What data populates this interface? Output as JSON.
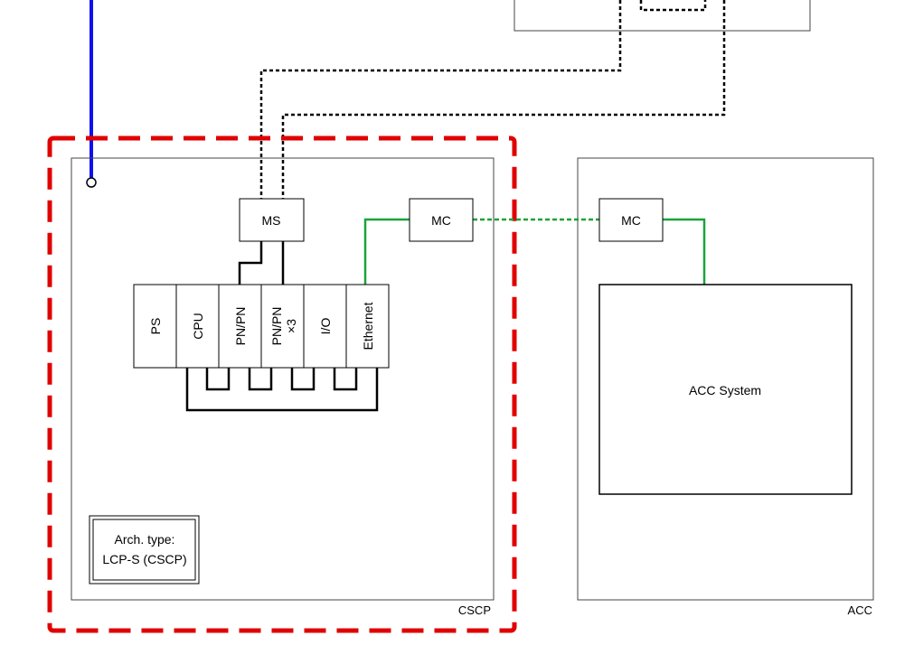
{
  "panels": {
    "cscp": {
      "label": "CSCP"
    },
    "acc": {
      "label": "ACC"
    }
  },
  "boxes": {
    "ms": "MS",
    "mc_left": "MC",
    "mc_right": "MC",
    "acc_system": "ACC System"
  },
  "modules": [
    "PS",
    "CPU",
    "PN/PN",
    "PN/PN",
    "I/O",
    "Ethernet"
  ],
  "module_sub": {
    "pnpn_x3": "×3"
  },
  "arch_type": {
    "line1": "Arch. type:",
    "line2": "LCP-S (CSCP)"
  },
  "colors": {
    "boundary": "#e00000",
    "blue_line": "#1010ee",
    "green_link": "#1aa33a",
    "black": "#000000"
  }
}
